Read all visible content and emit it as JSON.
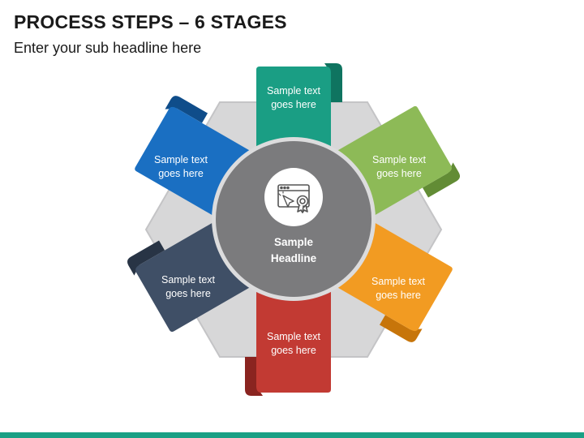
{
  "title": "PROCESS STEPS – 6 STAGES",
  "subtitle": "Enter your sub headline here",
  "center": {
    "line1": "Sample",
    "line2": "Headline",
    "icon": "web-certificate-icon"
  },
  "stages": [
    {
      "line1": "Sample text",
      "line2": "goes here",
      "color": "#1a9e84",
      "dark": "#0f7460"
    },
    {
      "line1": "Sample text",
      "line2": "goes here",
      "color": "#8dba57",
      "dark": "#628c35"
    },
    {
      "line1": "Sample text",
      "line2": "goes here",
      "color": "#f29b22",
      "dark": "#c7750a"
    },
    {
      "line1": "Sample text",
      "line2": "goes here",
      "color": "#c23a33",
      "dark": "#8a2420"
    },
    {
      "line1": "Sample text",
      "line2": "goes here",
      "color": "#3f4f66",
      "dark": "#283445"
    },
    {
      "line1": "Sample text",
      "line2": "goes here",
      "color": "#1a6fc2",
      "dark": "#0f4d8a"
    }
  ],
  "colors": {
    "hexagon": "#d7d7d8",
    "hexagon_border": "#c4c4c6",
    "center_circle": "#7b7b7d",
    "center_ring": "#dcdcdd",
    "bottom_bar": "#1aa085"
  }
}
